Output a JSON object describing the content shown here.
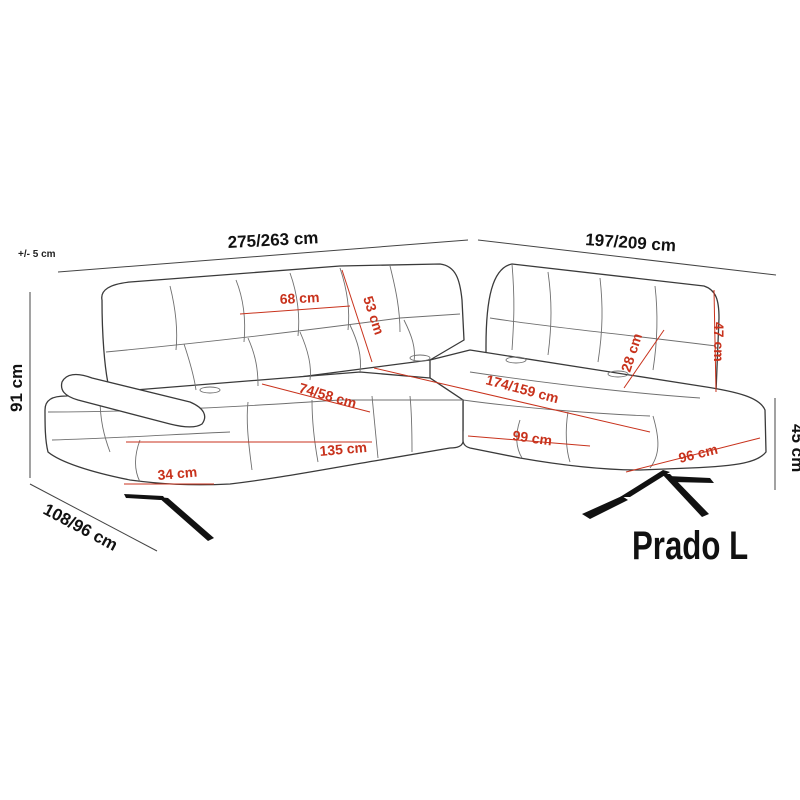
{
  "product": {
    "name": "Prado L"
  },
  "tolerance": "+/- 5 cm",
  "dimensions": {
    "total_length": "275/263 cm",
    "side_length": "197/209 cm",
    "height": "91 cm",
    "depth": "108/96 cm",
    "seat_height": "45 cm",
    "back_width": "68 cm",
    "back_height": "53 cm",
    "seat_depth": "74/58 cm",
    "seat_width": "135 cm",
    "armrest_height": "34 cm",
    "diagonal_length": "174/159 cm",
    "chaise_width": "99 cm",
    "chaise_depth": "96 cm",
    "chaise_back_height": "47 cm",
    "chaise_back_width": "28 cm"
  },
  "colors": {
    "dimension_red": "#c8321c",
    "outline": "#3a3a3a",
    "text": "#111111"
  }
}
